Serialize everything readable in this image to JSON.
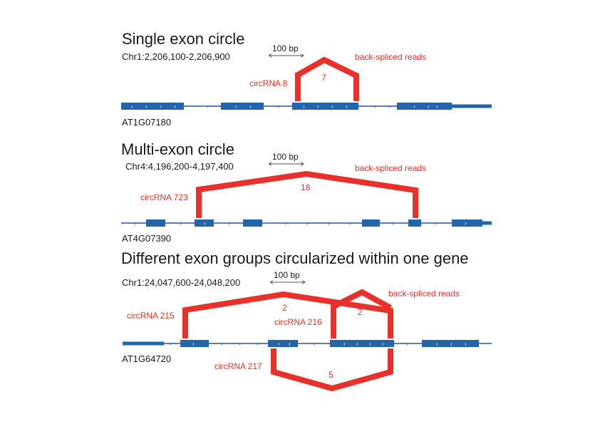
{
  "colors": {
    "exon": "#2166ac",
    "intron": "#2c4fa3",
    "arc": "#e8312a",
    "text": "#1a1a1a"
  },
  "panels": [
    {
      "title": "Single exon circle",
      "coords": "Chr1:2,206,100-2,206,900",
      "scale_label": "100 bp",
      "gene": "AT1G07180",
      "reads_label": "back-spliced reads",
      "circles": [
        {
          "label": "circRNA 8",
          "count": "7"
        }
      ]
    },
    {
      "title": "Multi-exon circle",
      "coords": "Chr4:4,196,200-4,197,400",
      "scale_label": "100 bp",
      "gene": "AT4G07390",
      "reads_label": "back-spliced reads",
      "circles": [
        {
          "label": "circRNA 723",
          "count": "18"
        }
      ]
    },
    {
      "title": "Different exon groups circularized within one gene",
      "coords": "Chr1:24,047,600-24,048,200",
      "scale_label": "100 bp",
      "gene": "AT1G64720",
      "reads_label": "back-spliced reads",
      "circles": [
        {
          "label": "circRNA 215",
          "count": "2"
        },
        {
          "label": "circRNA 216",
          "count": "2"
        },
        {
          "label": "circRNA 217",
          "count": "5"
        }
      ]
    }
  ]
}
